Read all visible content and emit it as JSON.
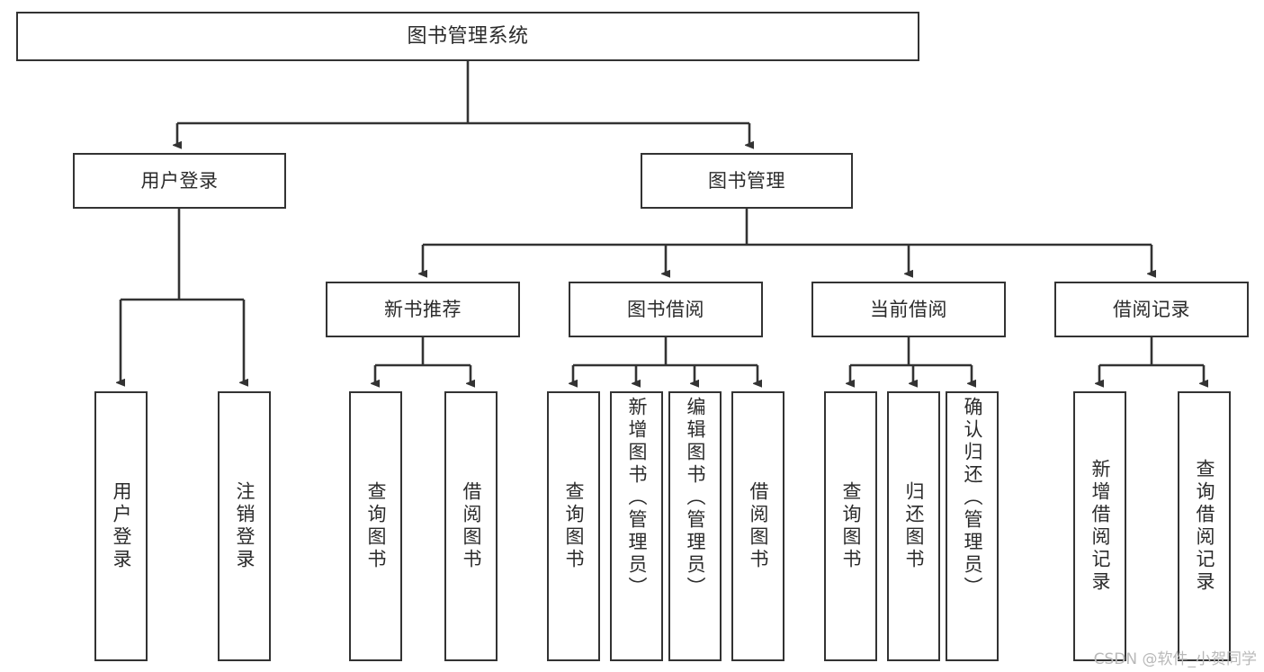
{
  "diagram": {
    "type": "tree-hierarchy",
    "title": "图书管理系统",
    "watermark": "CSDN @软件_小贺同学",
    "colors": {
      "stroke": "#333333",
      "text": "#2b2b2b",
      "background": "#ffffff",
      "watermark": "#b9b9b9"
    },
    "nodes": {
      "root": {
        "label": "图书管理系统"
      },
      "level2": [
        {
          "id": "user-login",
          "label": "用户登录"
        },
        {
          "id": "book-manage",
          "label": "图书管理"
        }
      ],
      "level3": [
        {
          "id": "new-book-recommend",
          "label": "新书推荐"
        },
        {
          "id": "book-borrow",
          "label": "图书借阅"
        },
        {
          "id": "current-borrow",
          "label": "当前借阅"
        },
        {
          "id": "borrow-record",
          "label": "借阅记录"
        }
      ],
      "leaves": {
        "user-login": [
          {
            "id": "leaf-user-login",
            "label": "用户登录"
          },
          {
            "id": "leaf-logout-login",
            "label": "注销登录"
          }
        ],
        "new-book-recommend": [
          {
            "id": "leaf-query-book-1",
            "label": "查询图书"
          },
          {
            "id": "leaf-borrow-book-1",
            "label": "借阅图书"
          }
        ],
        "book-borrow": [
          {
            "id": "leaf-query-book-2",
            "label": "查询图书"
          },
          {
            "id": "leaf-add-book",
            "label": "新增图书（管理员）"
          },
          {
            "id": "leaf-edit-book",
            "label": "编辑图书（管理员）"
          },
          {
            "id": "leaf-borrow-book-2",
            "label": "借阅图书"
          }
        ],
        "current-borrow": [
          {
            "id": "leaf-query-book-3",
            "label": "查询图书"
          },
          {
            "id": "leaf-return-book",
            "label": "归还图书"
          },
          {
            "id": "leaf-confirm-return",
            "label": "确认归还（管理员）"
          }
        ],
        "borrow-record": [
          {
            "id": "leaf-add-record",
            "label": "新增借阅记录"
          },
          {
            "id": "leaf-query-record",
            "label": "查询借阅记录"
          }
        ]
      }
    }
  }
}
